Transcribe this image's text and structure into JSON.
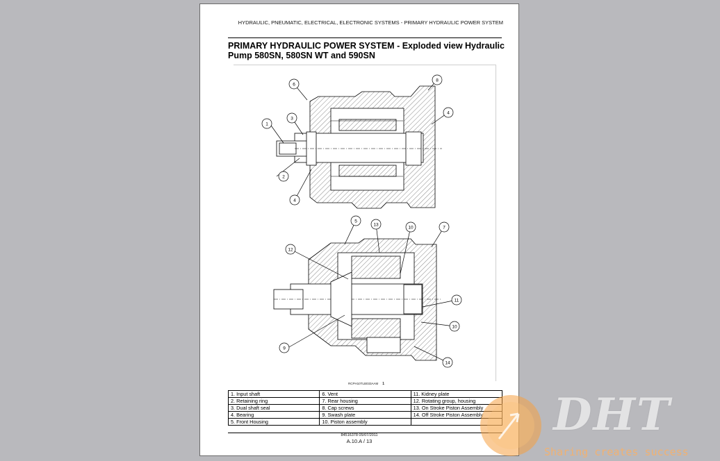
{
  "document": {
    "header": "HYDRAULIC, PNEUMATIC, ELECTRICAL, ELECTRONIC SYSTEMS - PRIMARY HYDRAULIC POWER SYSTEM",
    "title_line1": "PRIMARY HYDRAULIC POWER SYSTEM - Exploded view Hydraulic",
    "title_line2": "Pump 580SN, 580SN WT and 590SN",
    "figure_ref": "RCPH10TLB033AAM",
    "figure_number": "1",
    "callouts": [
      "1",
      "2",
      "3",
      "4",
      "5",
      "6",
      "7",
      "8",
      "9",
      "10",
      "11",
      "12",
      "13",
      "14"
    ],
    "parts": [
      [
        "1. Input shaft",
        "6. Vent",
        "11. Kidney plate"
      ],
      [
        "2. Retaining ring",
        "7. Rear housing",
        "12. Rotating group, housing"
      ],
      [
        "3. Dual shaft seal",
        "8. Cap screws",
        "13. On Stroke Piston Assembly"
      ],
      [
        "4. Bearing",
        "9. Swash plate",
        "14. Off Stroke Piston Assembly"
      ],
      [
        "5. Front Housing",
        "10. Piston assembly",
        ""
      ]
    ],
    "footer_line1": "84516378 05/07/2011",
    "footer_line2": "A.10.A / 13"
  },
  "watermark": {
    "brand": "DHT",
    "tagline": "Sharing creates success",
    "accent_color": "#f5a142"
  }
}
